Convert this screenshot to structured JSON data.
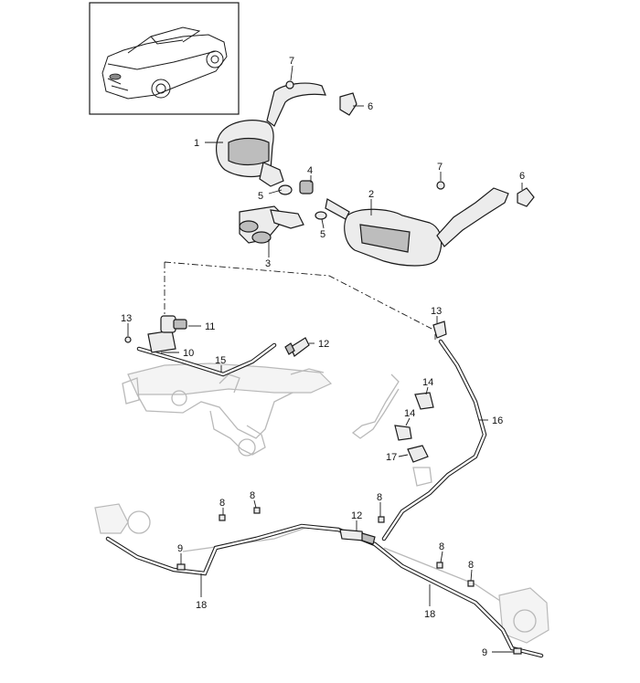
{
  "callouts": {
    "c1": "1",
    "c2": "2",
    "c3": "3",
    "c4": "4",
    "c5a": "5",
    "c5b": "5",
    "c6a": "6",
    "c6b": "6",
    "c7a": "7",
    "c7b": "7",
    "c8a": "8",
    "c8b": "8",
    "c8c": "8",
    "c8d": "8",
    "c8e": "8",
    "c9a": "9",
    "c9b": "9",
    "c10": "10",
    "c11": "11",
    "c12a": "12",
    "c12b": "12",
    "c13a": "13",
    "c13b": "13",
    "c14a": "14",
    "c14b": "14",
    "c15": "15",
    "c16": "16",
    "c17": "17",
    "c18a": "18",
    "c18b": "18"
  },
  "colors": {
    "line": "#1a1a1a",
    "ghost": "#b9b9b9",
    "fill": "#ececec"
  }
}
